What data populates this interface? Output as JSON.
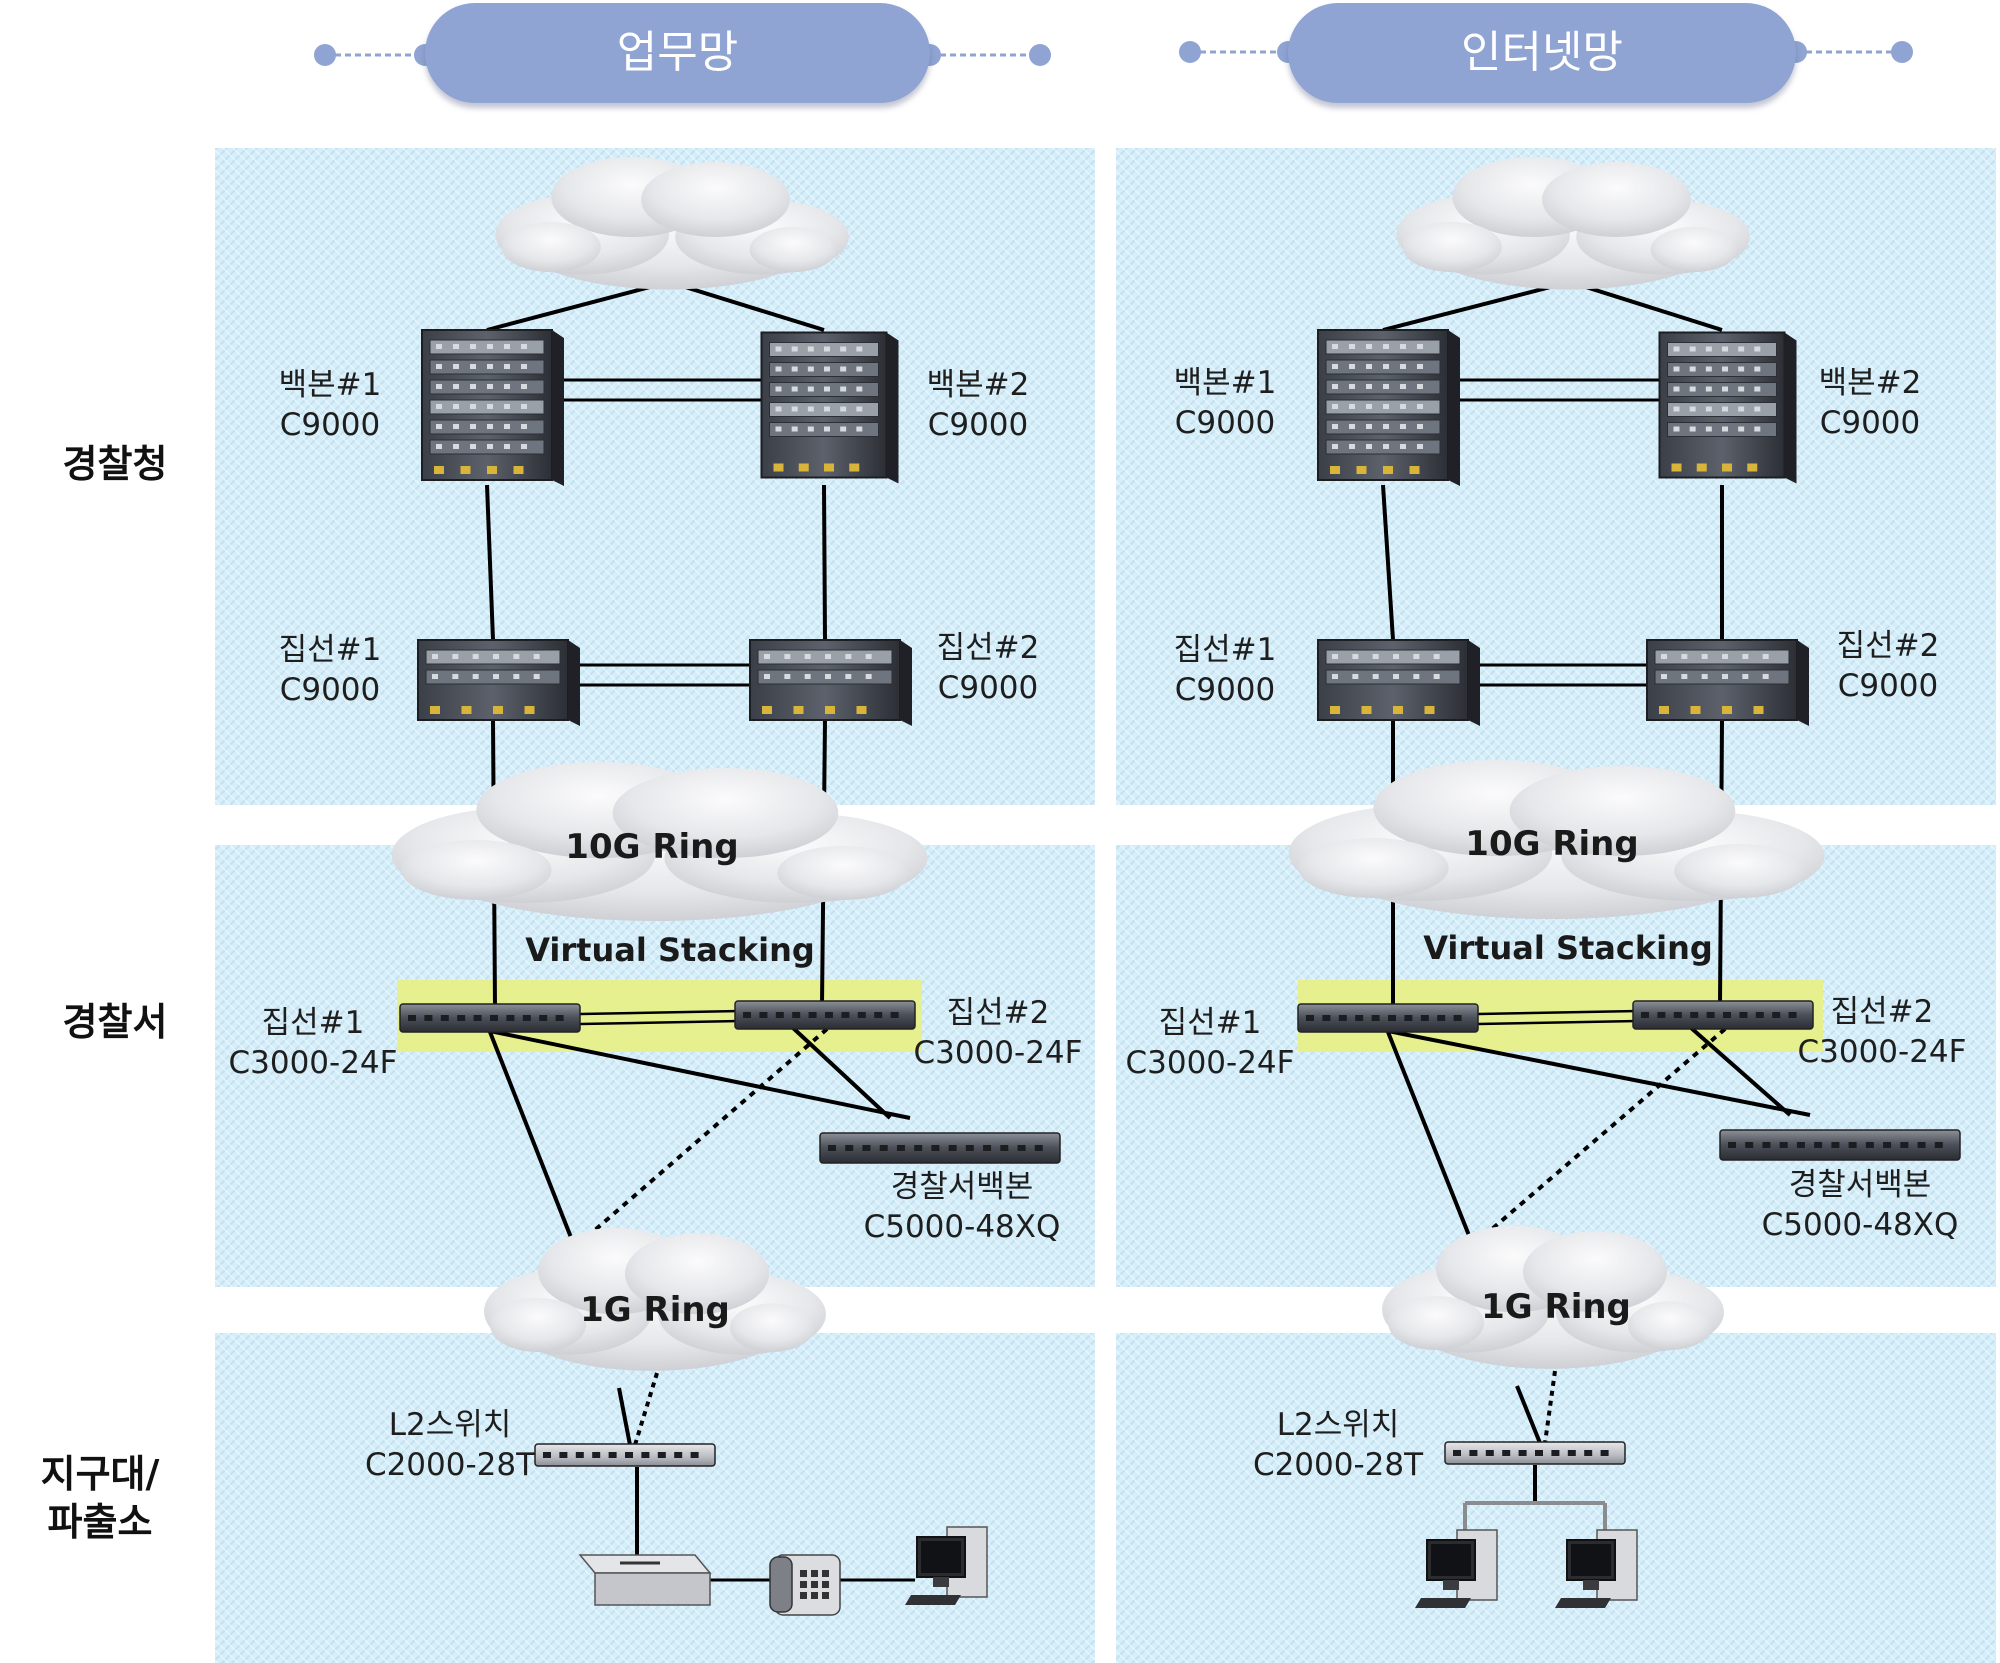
{
  "tiers": {
    "hq": "경찰청",
    "station": "경찰서",
    "branch_line1": "지구대/",
    "branch_line2": "파출소"
  },
  "networks": [
    {
      "title": "업무망",
      "backbone1": {
        "name": "백본#1",
        "model": "C9000"
      },
      "backbone2": {
        "name": "백본#2",
        "model": "C9000"
      },
      "agg1": {
        "name": "집선#1",
        "model": "C9000"
      },
      "agg2": {
        "name": "집선#2",
        "model": "C9000"
      },
      "ring10": "10G Ring",
      "virtual_stacking": "Virtual Stacking",
      "st_agg1": {
        "name": "집선#1",
        "model": "C3000-24F"
      },
      "st_agg2": {
        "name": "집선#2",
        "model": "C3000-24F"
      },
      "st_backbone": {
        "name": "경찰서백본",
        "model": "C5000-48XQ"
      },
      "ring1": "1G Ring",
      "l2": {
        "name": "L2스위치",
        "model": "C2000-28T"
      }
    },
    {
      "title": "인터넷망",
      "backbone1": {
        "name": "백본#1",
        "model": "C9000"
      },
      "backbone2": {
        "name": "백본#2",
        "model": "C9000"
      },
      "agg1": {
        "name": "집선#1",
        "model": "C9000"
      },
      "agg2": {
        "name": "집선#2",
        "model": "C9000"
      },
      "ring10": "10G Ring",
      "virtual_stacking": "Virtual Stacking",
      "st_agg1": {
        "name": "집선#1",
        "model": "C3000-24F"
      },
      "st_agg2": {
        "name": "집선#2",
        "model": "C3000-24F"
      },
      "st_backbone": {
        "name": "경찰서백본",
        "model": "C5000-48XQ"
      },
      "ring1": "1G Ring",
      "l2": {
        "name": "L2스위치",
        "model": "C2000-28T"
      }
    }
  ],
  "colors": {
    "band": "#d3ecf8",
    "title_pill": "#8fa4d3",
    "stack_highlight": "#e7ef88",
    "cloud": "#e8e9ec"
  },
  "icons": {
    "cloud": "cloud-icon",
    "chassis": "chassis-switch-icon",
    "switch": "rack-switch-icon",
    "modem": "modem-icon",
    "phone": "desk-phone-icon",
    "pc": "desktop-pc-icon"
  }
}
